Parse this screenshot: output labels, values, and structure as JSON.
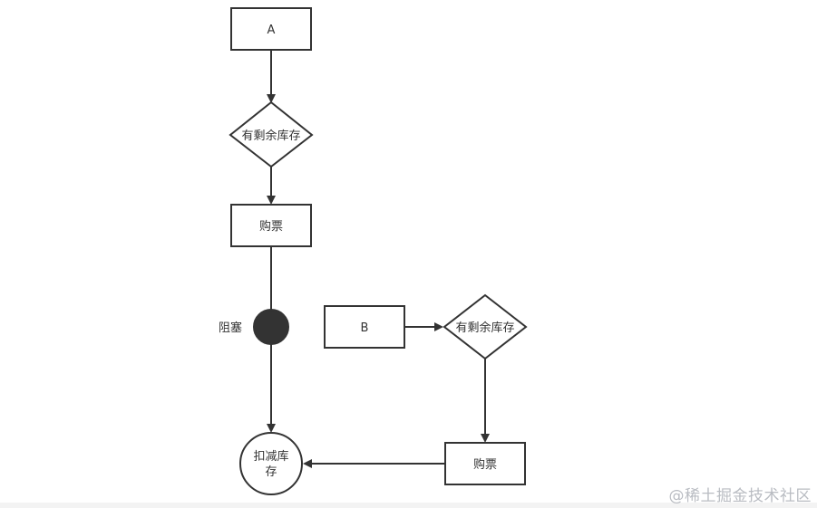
{
  "diagram": {
    "nodes": {
      "a": "A",
      "check_stock_1": "有剩余库存",
      "buy_1": "购票",
      "block_label": "阻塞",
      "reduce_stock_line1": "扣减库",
      "reduce_stock_line2": "存",
      "b": "B",
      "check_stock_2": "有剩余库存",
      "buy_2": "购票"
    },
    "colors": {
      "stroke": "#333333",
      "block_fill": "#333333",
      "background": "#ffffff"
    }
  },
  "watermark": "@稀土掘金技术社区"
}
